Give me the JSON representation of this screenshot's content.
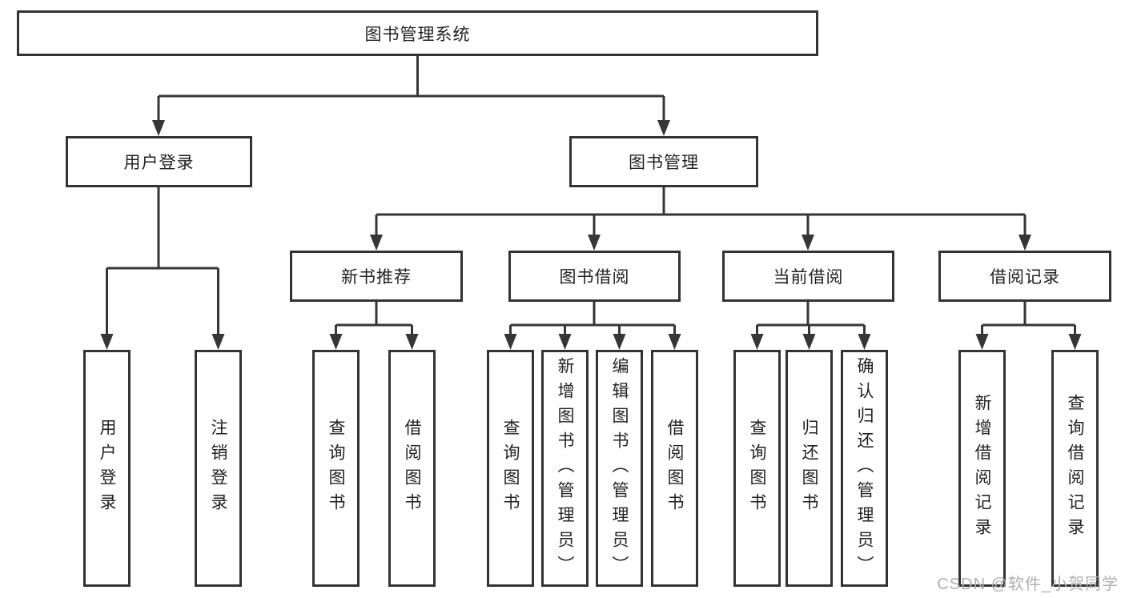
{
  "diagram_type": "hierarchy-tree",
  "colors": {
    "line": "#363636",
    "node_border": "#333333",
    "node_fill": "#ffffff",
    "text": "#222222",
    "watermark": "#b0b0b0",
    "background": "#ffffff"
  },
  "tree": {
    "label": "图书管理系统",
    "children": [
      {
        "label": "用户登录",
        "children": [
          {
            "label": "用户登录"
          },
          {
            "label": "注销登录"
          }
        ]
      },
      {
        "label": "图书管理",
        "children": [
          {
            "label": "新书推荐",
            "children": [
              {
                "label": "查询图书"
              },
              {
                "label": "借阅图书"
              }
            ]
          },
          {
            "label": "图书借阅",
            "children": [
              {
                "label": "查询图书"
              },
              {
                "label": "新增图书（管理员）"
              },
              {
                "label": "编辑图书（管理员）"
              },
              {
                "label": "借阅图书"
              }
            ]
          },
          {
            "label": "当前借阅",
            "children": [
              {
                "label": "查询图书"
              },
              {
                "label": "归还图书"
              },
              {
                "label": "确认归还（管理员）"
              }
            ]
          },
          {
            "label": "借阅记录",
            "children": [
              {
                "label": "新增借阅记录"
              },
              {
                "label": "查询借阅记录"
              }
            ]
          }
        ]
      }
    ]
  },
  "watermark": "CSDN @软件_小贺同学"
}
